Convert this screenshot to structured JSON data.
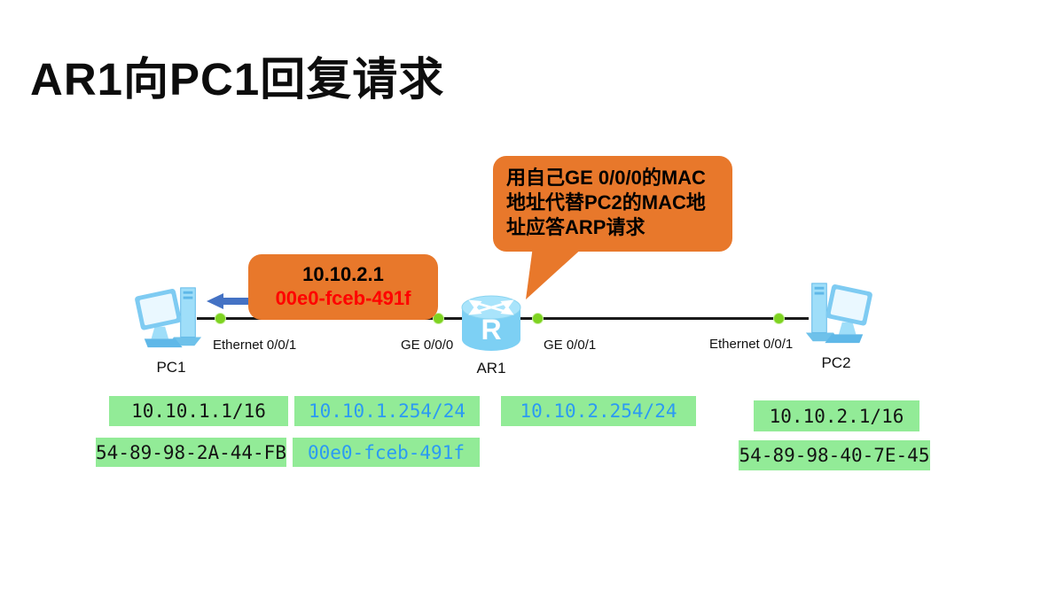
{
  "title": "AR1向PC1回复请求",
  "explain_callout": {
    "line1": "用自己GE 0/0/0的MAC",
    "line2": "地址代替PC2的MAC地",
    "line3": "址应答ARP请求"
  },
  "reply_callout": {
    "ip": "10.10.2.1",
    "mac": "00e0-fceb-491f"
  },
  "devices": {
    "pc1": {
      "label": "PC1"
    },
    "ar1": {
      "label": "AR1"
    },
    "pc2": {
      "label": "PC2"
    }
  },
  "interfaces": {
    "pc1_port": "Ethernet 0/0/1",
    "ar1_left_port": "GE 0/0/0",
    "ar1_right_port": "GE 0/0/1",
    "pc2_port": "Ethernet 0/0/1"
  },
  "address_labels": {
    "pc1_ip": "10.10.1.1/16",
    "ar1_ge000_ip": "10.10.1.254/24",
    "ar1_ge001_ip": "10.10.2.254/24",
    "pc2_ip": "10.10.2.1/16",
    "pc1_mac": "54-89-98-2A-44-FB",
    "ar1_mac": "00e0-fceb-491f",
    "pc2_mac": "54-89-98-40-7E-45"
  },
  "colors": {
    "callout_orange": "#E8782B",
    "highlight_green": "#92EB97",
    "accent_blue_text": "#2B9AF3",
    "mac_red": "#FF0000",
    "arrow_blue": "#4472C4",
    "port_dot_green": "#7ED321",
    "link_black": "#1A1A1A"
  }
}
